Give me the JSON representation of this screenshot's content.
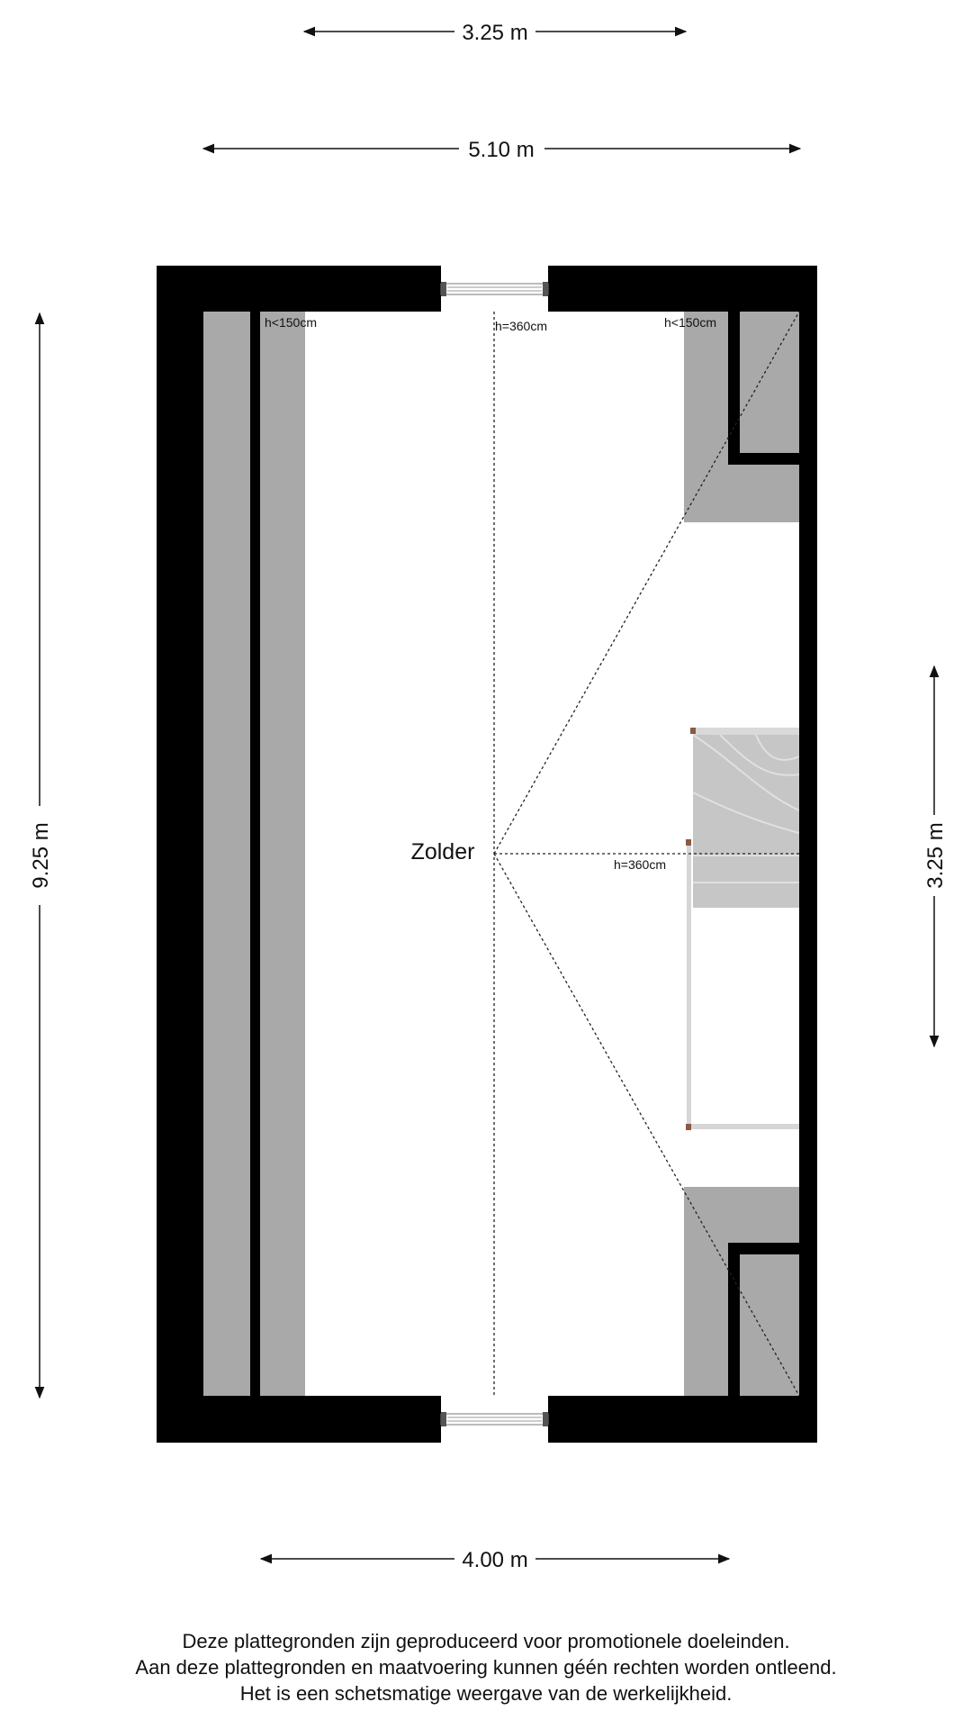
{
  "dimensions": {
    "top_inner_width": "3.25 m",
    "top_outer_width": "5.10 m",
    "left_height": "9.25 m",
    "right_stair_height": "3.25 m",
    "bottom_width": "4.00 m"
  },
  "room": {
    "name": "Zolder"
  },
  "height_labels": {
    "left_slope": "h<150cm",
    "right_slope": "h<150cm",
    "ridge_top": "h=360cm",
    "ridge_mid": "h=360cm"
  },
  "disclaimer": {
    "line1": "Deze plattegronden zijn geproduceerd voor promotionele doeleinden.",
    "line2": "Aan deze plattegronden en maatvoering kunnen géén rechten worden ontleend.",
    "line3": "Het is een schetsmatige weergave van de werkelijkheid."
  },
  "colors": {
    "wall": "#000000",
    "low_ceiling_zone": "#a9a9a9",
    "stair": "#c8c8c8"
  }
}
